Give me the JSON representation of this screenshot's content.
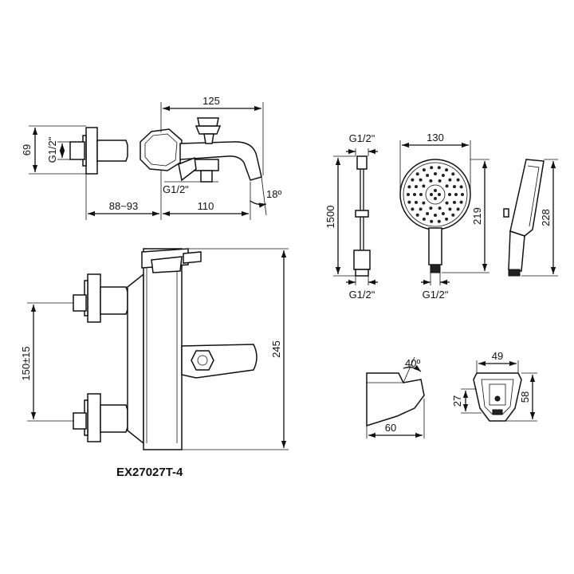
{
  "drawing": {
    "model_code": "EX27027T-4",
    "side_view": {
      "width_total": "125",
      "height": "69",
      "inlet_thread": "G1/2ʺ",
      "outlet_thread": "G1/2ʺ",
      "wall_distance": "88~93",
      "spout_length": "110",
      "angle": "18º"
    },
    "front_view": {
      "height": "245",
      "inlet_center": "150±15"
    },
    "hose": {
      "top_thread": "G1/2ʺ",
      "length": "1500",
      "bottom_thread": "G1/2ʺ"
    },
    "hand_shower": {
      "diameter": "130",
      "height_front": "219",
      "height_side": "228",
      "thread": "G1/2ʺ"
    },
    "holder": {
      "angle": "40º",
      "depth": "60",
      "width": "49",
      "height": "58",
      "offset": "27"
    }
  }
}
